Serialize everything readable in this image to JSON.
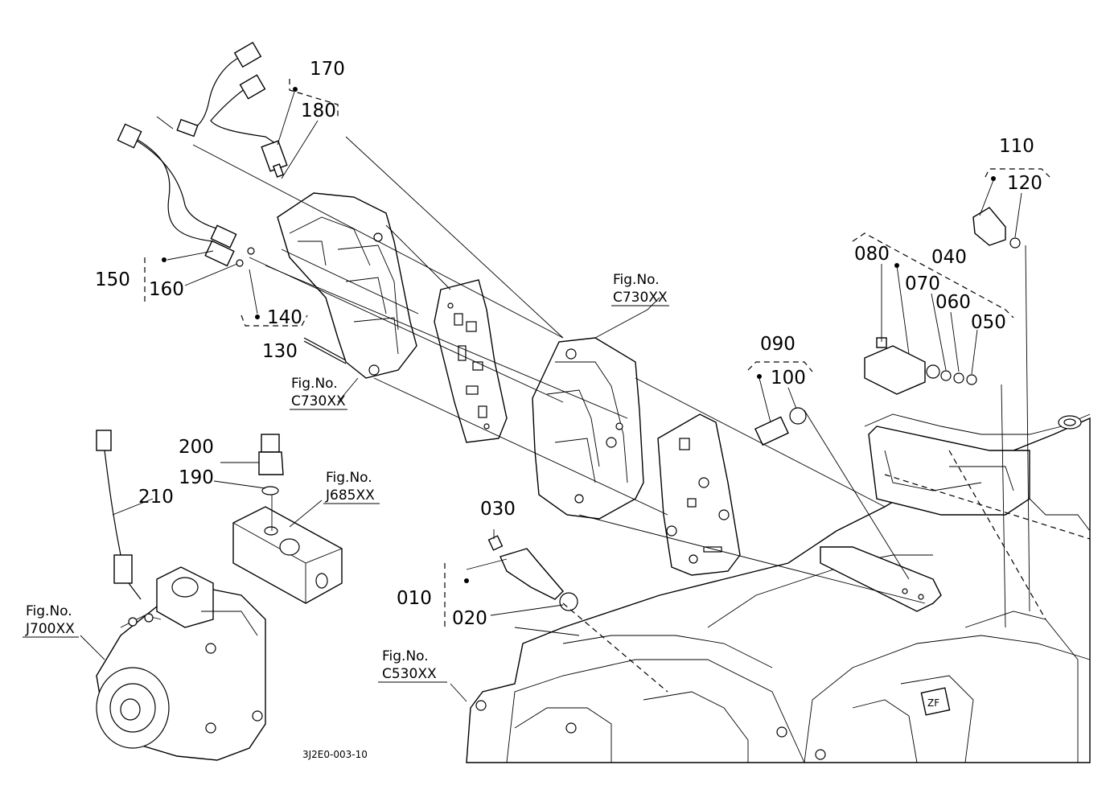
{
  "diagram": {
    "drawing_code": "3J2E0-003-10",
    "part_labels": {
      "p010": "010",
      "p020": "020",
      "p030": "030",
      "p040": "040",
      "p050": "050",
      "p060": "060",
      "p070": "070",
      "p080": "080",
      "p090": "090",
      "p100": "100",
      "p110": "110",
      "p120": "120",
      "p130": "130",
      "p140": "140",
      "p150": "150",
      "p160": "160",
      "p170": "170",
      "p180": "180",
      "p190": "190",
      "p200": "200",
      "p210": "210"
    },
    "figure_refs": [
      {
        "line1": "Fig.No.",
        "line2": "C730XX"
      },
      {
        "line1": "Fig.No.",
        "line2": "C730XX"
      },
      {
        "line1": "Fig.No.",
        "line2": "J685XX"
      },
      {
        "line1": "Fig.No.",
        "line2": "J700XX"
      },
      {
        "line1": "Fig.No.",
        "line2": "C530XX"
      }
    ]
  }
}
